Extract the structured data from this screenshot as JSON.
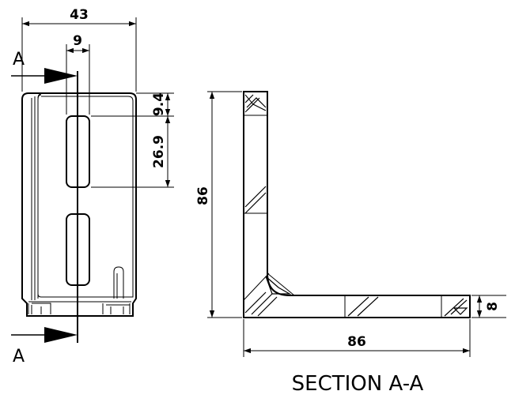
{
  "front_view": {
    "dim_width": "43",
    "dim_slot_width": "9",
    "dim_top_offset": "9.4",
    "dim_slot_height": "26.9",
    "section_letter_top": "A",
    "section_letter_bottom": "A"
  },
  "section_view": {
    "dim_height": "86",
    "dim_length": "86",
    "dim_thickness": "8",
    "caption": "SECTION A-A"
  }
}
